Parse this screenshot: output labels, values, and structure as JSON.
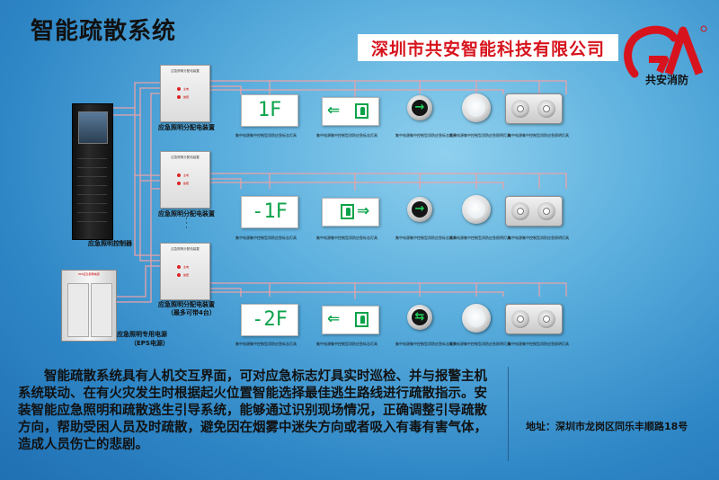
{
  "title": "智能疏散系统",
  "company": "深圳市共安智能科技有限公司",
  "logo": {
    "mark": "GA",
    "text": "共安消防"
  },
  "controller": {
    "label": "应急照明控制器"
  },
  "eps": {
    "label_line1": "应急照明专用电源",
    "label_line2": "（EPS电源）",
    "tag": "EPS应急照明电源"
  },
  "distribution_boxes": [
    {
      "label": "应急照明分配电装置",
      "sublabel": "",
      "header": "应急照明分配电装置"
    },
    {
      "label": "应急照明分配电装置",
      "sublabel": "",
      "header": "应急照明分配电装置"
    },
    {
      "label": "应急照明分配电装置",
      "sublabel": "（最多可带4台）",
      "header": "应急照明分配电装置"
    }
  ],
  "floors": [
    {
      "floor_sign": "1F",
      "exit_arrow": "left",
      "round_arrow": "→"
    },
    {
      "floor_sign": "-1F",
      "exit_arrow": "right",
      "round_arrow": "→"
    },
    {
      "floor_sign": "-2F",
      "exit_arrow": "left",
      "round_arrow": "⇆"
    }
  ],
  "device_captions": {
    "floor_sign": "集中电源集中控制型消防应急标志灯具",
    "exit_sign": "集中电源集中控制型消防应急标志灯具",
    "round": "集中电源集中控制型消防应急标志灯具",
    "light": "集中电源集中控制型消防应急照明灯具",
    "twin": "集中电源集中控制型消防应急照明灯具"
  },
  "box_leds": [
    "主电",
    "故障"
  ],
  "description": "智能疏散系统具有人机交互界面，可对应急标志灯具实时巡检、并与报警主机系统联动、在有火灾发生时根据起火位置智能选择最佳逃生路线进行疏散指示。安装智能应急照明和疏散逃生引导系统，能够通过识别现场情况，正确调整引导疏散方向，帮助受困人员及时疏散，避免因在烟雾中迷失方向或者吸入有毒有害气体，造成人员伤亡的悲剧。",
  "address": "地址：深圳市龙岗区同乐丰顺路18号",
  "colors": {
    "brand_red": "#d7141d",
    "sign_green": "#0ba34a",
    "wire": "#e9a2a8"
  }
}
